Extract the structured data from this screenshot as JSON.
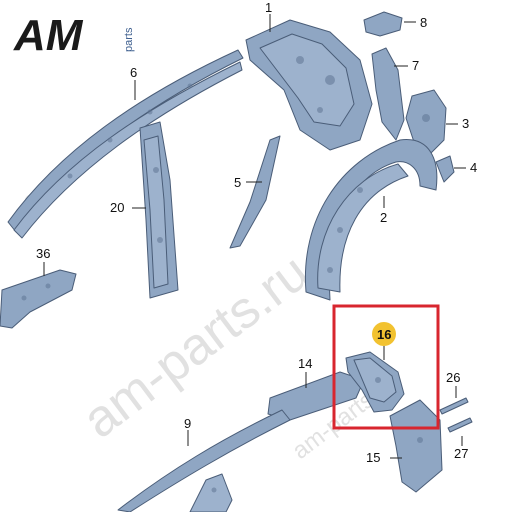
{
  "logo": {
    "mark": "AM",
    "sub": "parts",
    "dark_color": "#1a1a1a",
    "accent_color": "#3e5f8f"
  },
  "watermarks": {
    "main": "am-parts.ru",
    "small": "am-parts.ru"
  },
  "highlight": {
    "color": "#d8262f"
  },
  "badge": {
    "color": "#f2c230"
  },
  "callouts": {
    "c1": "1",
    "c2": "2",
    "c3": "3",
    "c4": "4",
    "c5": "5",
    "c6": "6",
    "c7": "7",
    "c8": "8",
    "c9": "9",
    "c14": "14",
    "c15": "15",
    "c16": "16",
    "c20": "20",
    "c26": "26",
    "c27": "27",
    "c36": "36"
  }
}
